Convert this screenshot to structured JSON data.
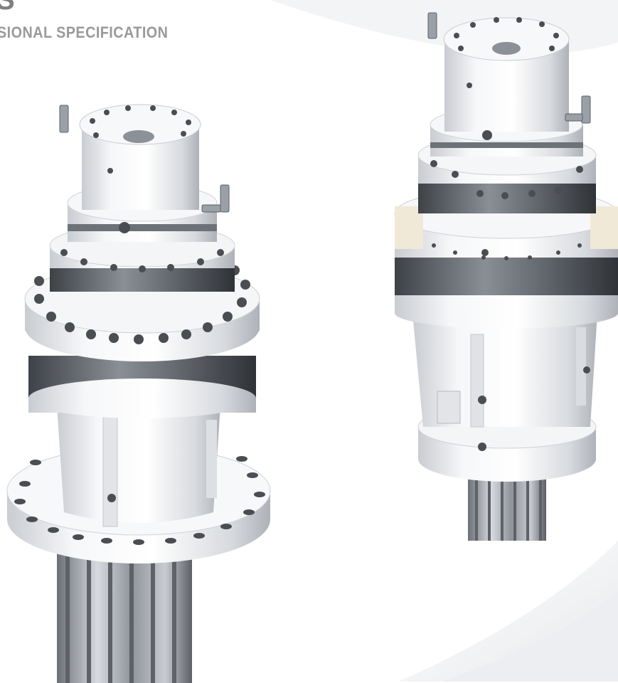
{
  "header": {
    "title_fragment": "S",
    "subtitle": "SIONAL SPECIFICATION"
  },
  "illustrations": [
    {
      "name": "slewing-gearbox-with-flange-and-pinion"
    },
    {
      "name": "slewing-gearbox-compact"
    }
  ],
  "colors": {
    "heading": "#7f7f80",
    "subheading": "#9a9a9b",
    "metal_light": "#f4f5f7",
    "metal_shadow": "#b8bcc2",
    "band_dark": "#555a60",
    "bolt": "#4a4d52"
  }
}
